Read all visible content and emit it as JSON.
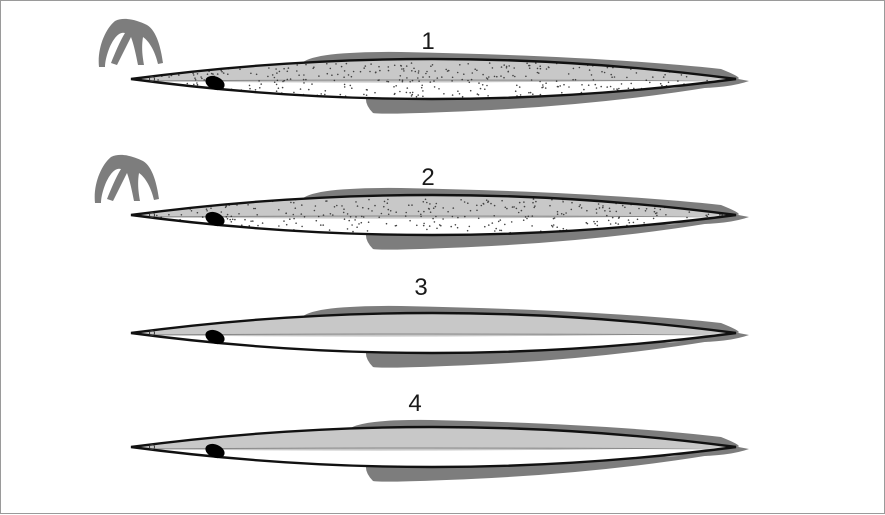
{
  "figure": {
    "panels": [
      {
        "label": "1",
        "speckled": true,
        "fin_drawing": true
      },
      {
        "label": "2",
        "speckled": true,
        "fin_drawing": true
      },
      {
        "label": "3",
        "speckled": false,
        "fin_drawing": false
      },
      {
        "label": "4",
        "speckled": false,
        "fin_drawing": false
      }
    ],
    "colors": {
      "body_outline": "#111111",
      "dorsal_band": "#c8c8c8",
      "belly": "#ffffff",
      "shadow": "#7d7d7d",
      "eye": "#000000",
      "speckle": "#444444"
    }
  }
}
